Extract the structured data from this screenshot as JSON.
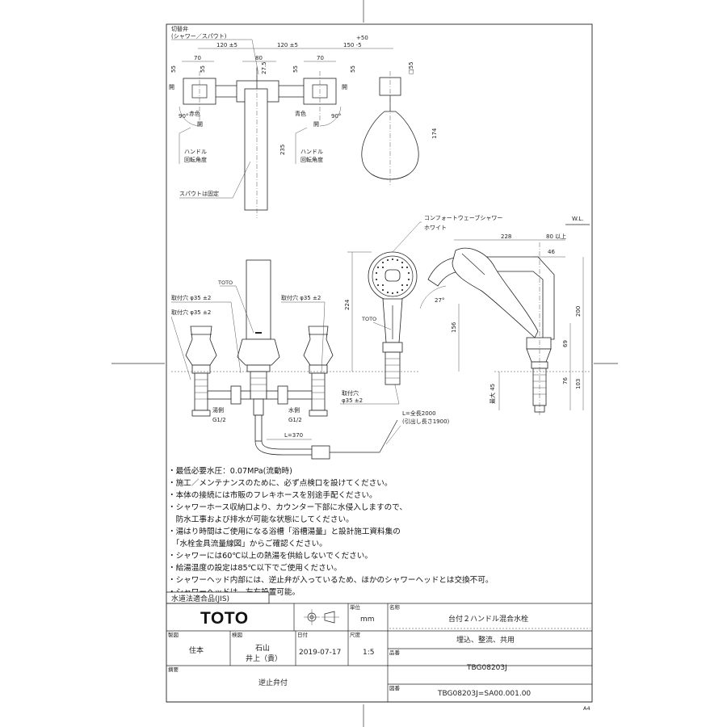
{
  "notes": [
    "・最低必要水圧：0.07MPa(流動時)",
    "・施工／メンテナンスのために、必ず点検口を設けてください。",
    "・本体の接続には市販のフレキホースを別途手配ください。",
    "・シャワーホース収納口より、カウンター下部に水侵入しますので、",
    "　防水工事および排水が可能な状態にしてください。",
    "・湯はり時間はご使用になる浴槽「浴槽湯量」と設計施工資料集の",
    "　「水栓金具流量線図」からご確認ください。",
    "・シャワーには60℃以上の熱湯を供給しないでください。",
    "・給湯温度の設定は85℃以下でご使用ください。",
    "・シャワーヘッド内部には、逆止弁が入っているため、ほかのシャワーヘッドとは交換不可。",
    "・シャワーヘッドは、左右設置可能。"
  ],
  "top_view": {
    "switch_valve": "切替弁",
    "switch_valve_sub": "(シャワー／スパウト)",
    "dims": [
      "120 ±5",
      "120 ±5",
      "150 -5",
      "+50",
      "70",
      "80",
      "70",
      "55",
      "55",
      "27.5",
      "55",
      "55",
      "□55",
      "174",
      "235"
    ],
    "open": "開",
    "red": "赤色",
    "blue": "青色",
    "angle": "90°",
    "handle_rotation_1": "ハンドル",
    "handle_rotation_2": "回転角度",
    "spout_fixed": "スパウトは固定"
  },
  "front_view": {
    "toto_mark": "TOTO",
    "hole_1": "取付穴 φ35 ±2",
    "hole_2": "取付穴 φ35 ±2",
    "hole_3": "取付穴 φ35 ±2",
    "hole_4a": "取付穴",
    "hole_4b": "φ35 ±2",
    "hot_side": "湯側",
    "cold_side": "水側",
    "thread": "G1/2",
    "hose_short": "L=370",
    "hose_long": "L=全長2000",
    "hose_long_sub": "(引出し長さ1900)",
    "dim_224": "224",
    "dim_156": "156"
  },
  "side_view": {
    "shower_name": "コンフォートウェーブシャワー",
    "color": "ホワイト",
    "wl": "W.L.",
    "dim_228": "228",
    "dim_80": "80 以上",
    "dim_46": "46",
    "dim_200": "200",
    "dim_69": "69",
    "dim_76": "76",
    "dim_103": "103",
    "dim_max45": "最大 45",
    "angle_27": "27°",
    "toto_mark": "TOTO"
  },
  "title_block": {
    "jis": "水道法適合品(JIS)",
    "brand": "TOTO",
    "unit_label": "単位",
    "unit": "mm",
    "name_label": "名称",
    "name": "台付２ハンドル混合水栓",
    "name_sub": "埋込、整流、共用",
    "drawn_label": "製図",
    "drawn": "住本",
    "checked_label": "検図",
    "checked_1": "石山",
    "checked_2": "井上（貴）",
    "date_label": "日付",
    "date": "2019-07-17",
    "scale_label": "尺度",
    "scale": "1:5",
    "part_label": "品番",
    "part": "TBG08203J",
    "remarks_label": "摘要",
    "remarks": "逆止弁付",
    "drawing_label": "図番",
    "drawing": "TBG08203J=SA00.001.00",
    "paper": "A4"
  }
}
